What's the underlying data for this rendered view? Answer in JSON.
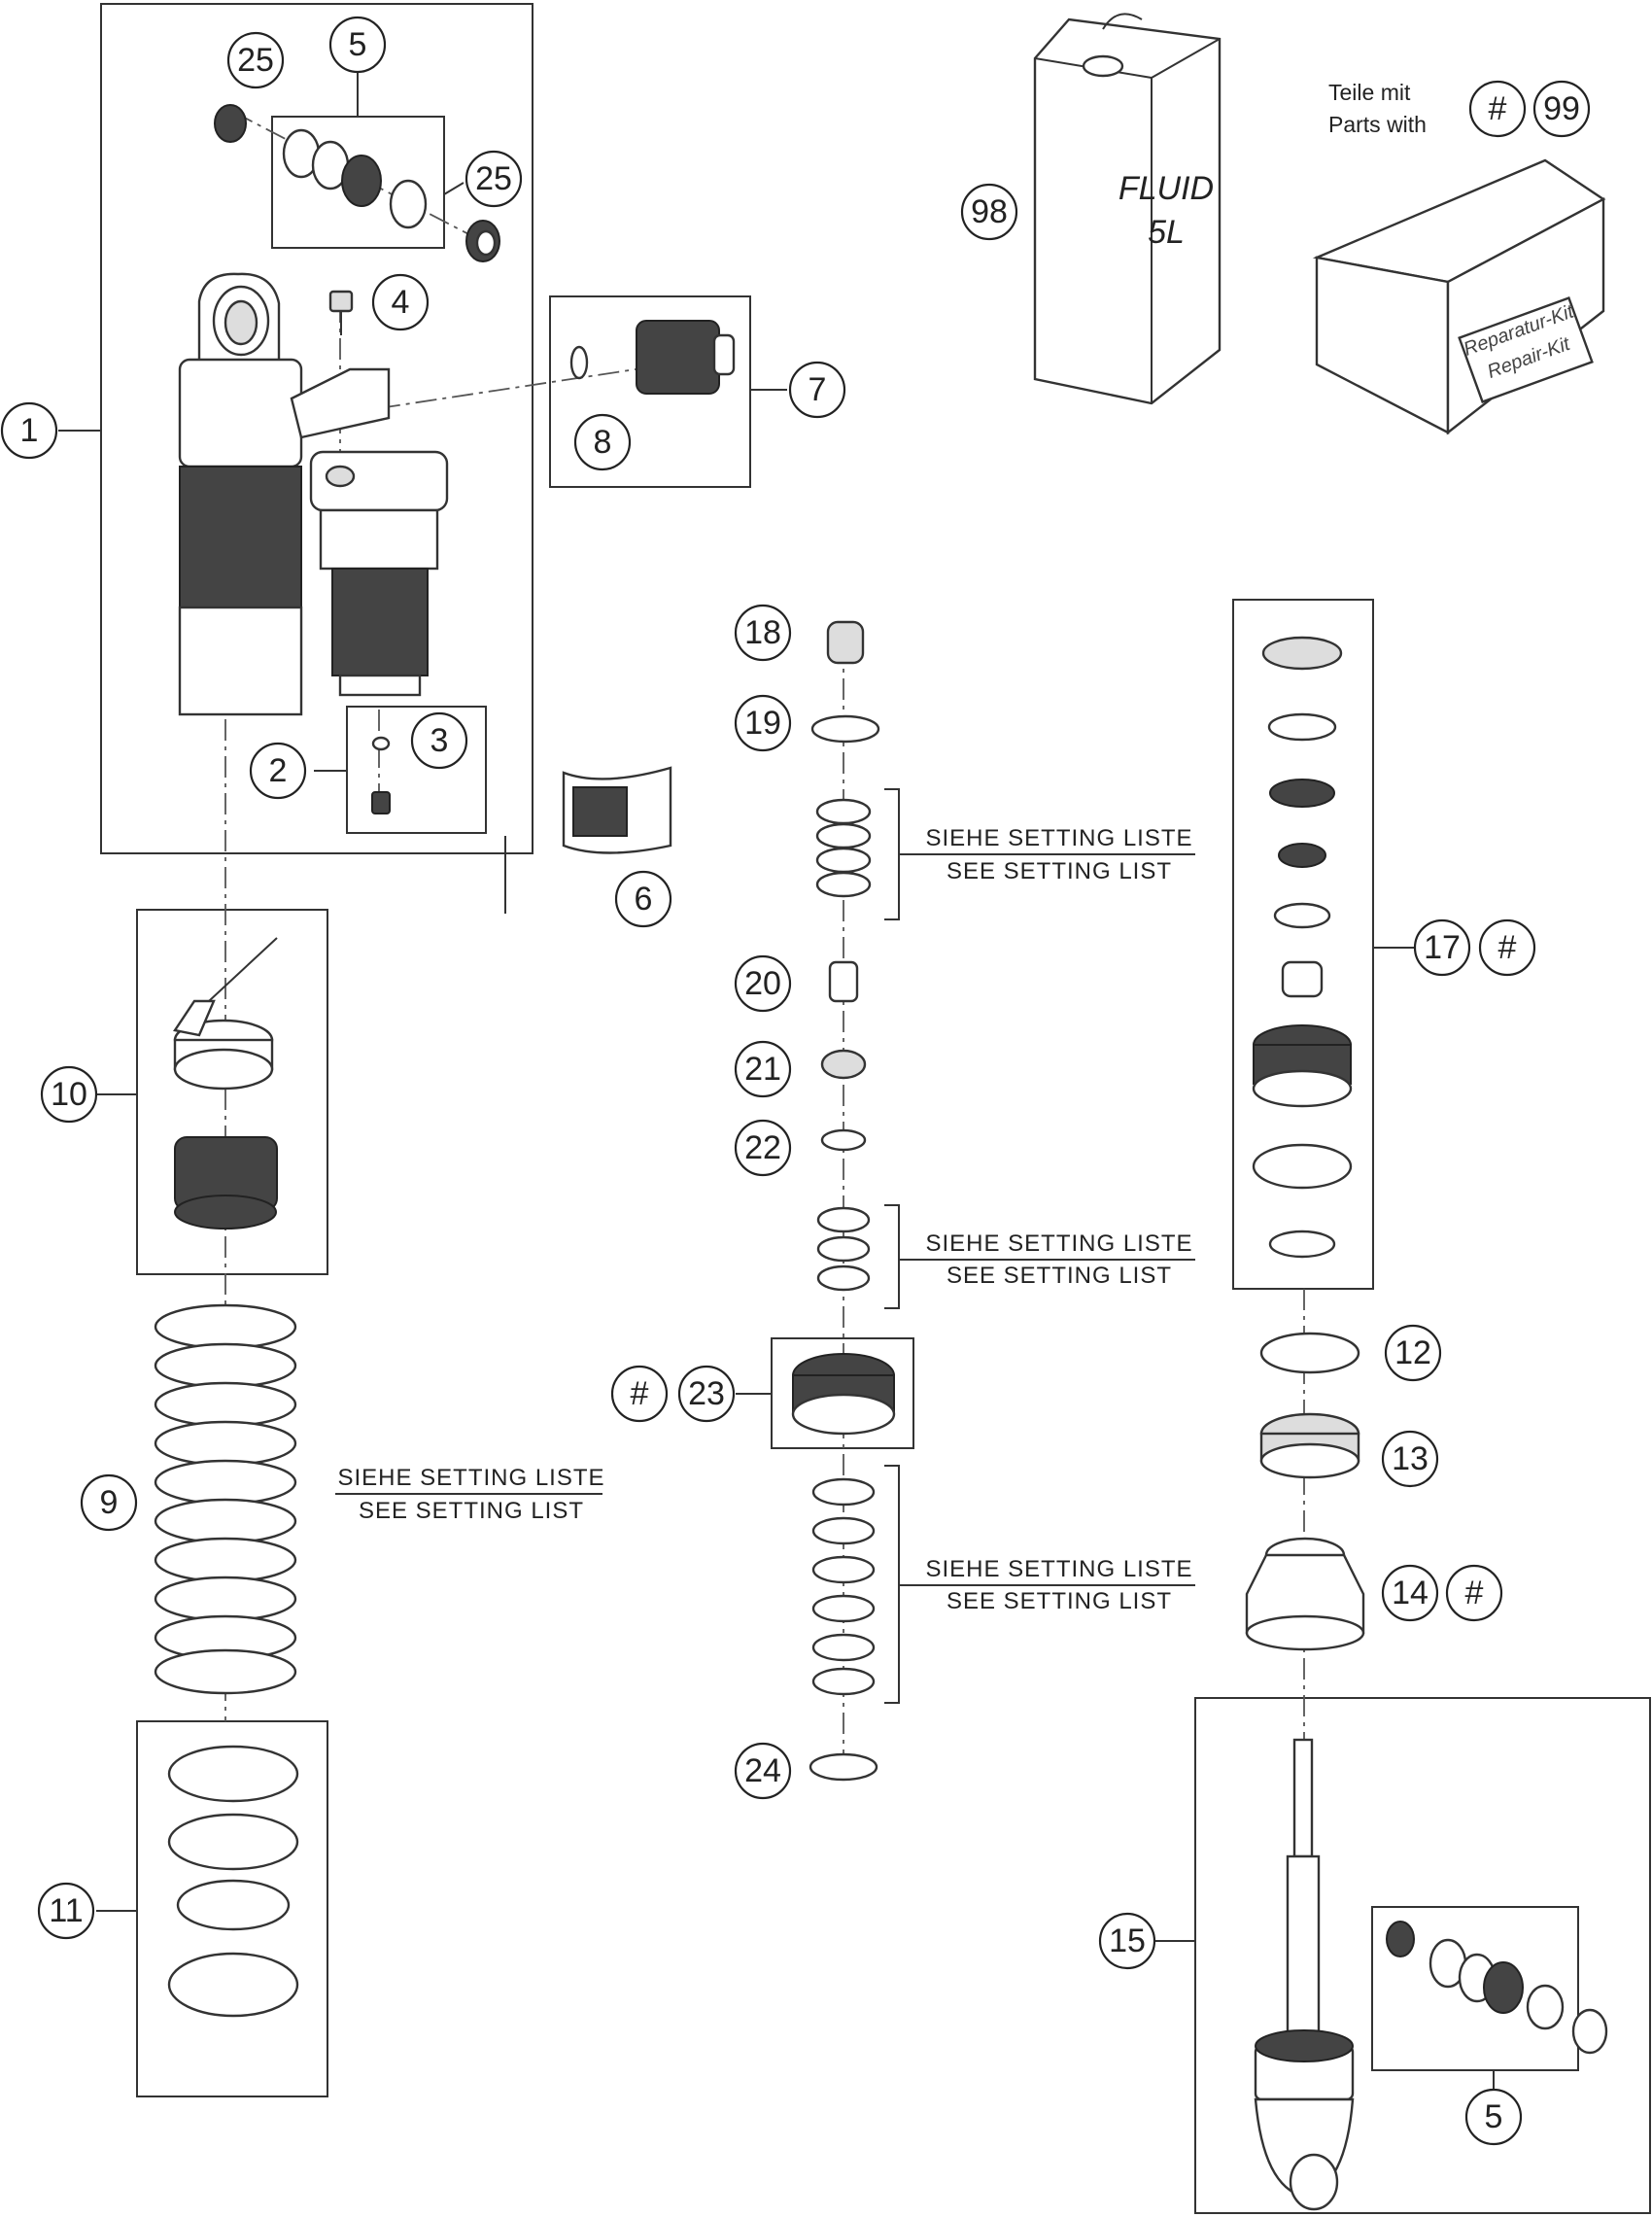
{
  "callouts": [
    "1",
    "2",
    "3",
    "4",
    "5",
    "25",
    "25",
    "7",
    "8",
    "6",
    "10",
    "9",
    "11",
    "18",
    "19",
    "20",
    "21",
    "22",
    "#",
    "23",
    "24",
    "17",
    "#",
    "12",
    "13",
    "14",
    "#",
    "15",
    "5",
    "98",
    "#",
    "99"
  ],
  "notes": {
    "de": "SIEHE SETTING LISTE",
    "en": "SEE SETTING LIST"
  },
  "kit_legend": {
    "line1": "Teile mit",
    "line2": "Parts with"
  },
  "fluid_can": {
    "line1": "FLUID",
    "line2": "5L"
  },
  "repair_kit": {
    "line1": "Reparatur-Kit",
    "line2": "Repair-Kit"
  }
}
